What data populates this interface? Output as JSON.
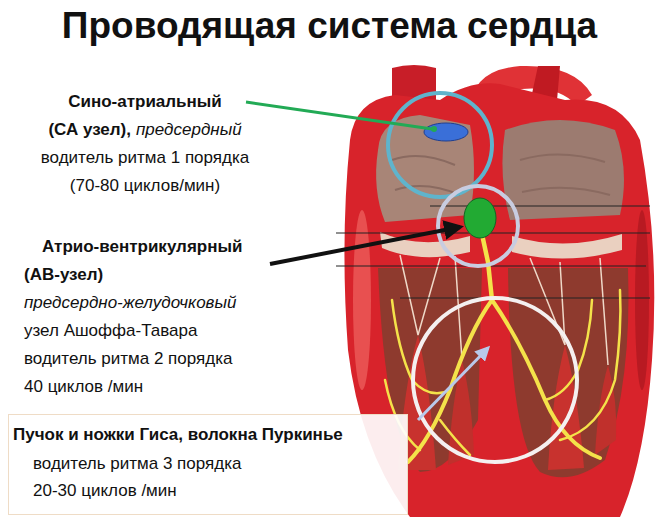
{
  "diagram": {
    "title": "Проводящая система сердца",
    "nodes": [
      {
        "text": [
          "Пучок и ножки Гиса, волокна Пуркинье",
          "водитель ритма 3 порядка 20-30 циклов /мин"
        ]
      }
    ],
    "labels": [
      "Сино-атриальный",
      "(СА узел),",
      "предсердный",
      "водитель ритма 1 порядка",
      "(70-80 циклов/мин)",
      "Атрио-вентрикулярный",
      "(АВ-узел)",
      "предсердно-желудочковый",
      "узел Ашоффа-Тавара",
      "водитель ритма 2 порядка",
      "40 циклов /мин"
    ]
  }
}
